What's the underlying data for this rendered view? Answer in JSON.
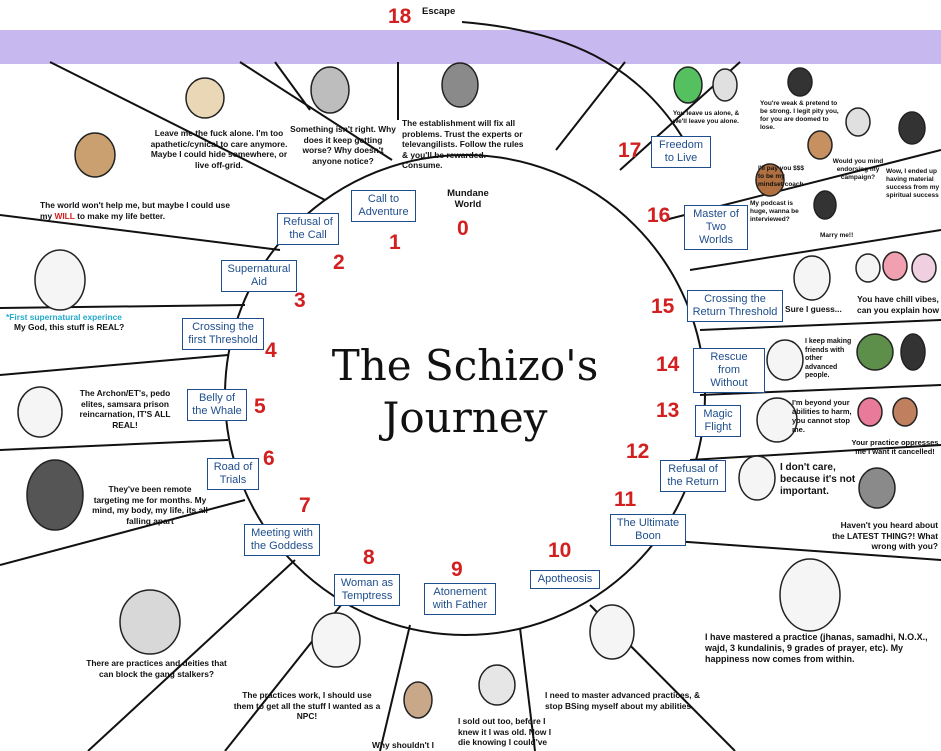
{
  "title": "The Schizo's Journey",
  "escape": {
    "number": "18",
    "label": "Escape"
  },
  "mundane": {
    "number": "0",
    "label": "Mundane World"
  },
  "stages": [
    {
      "number": "1",
      "label": "Call to Adventure"
    },
    {
      "number": "2",
      "label": "Refusal of the Call"
    },
    {
      "number": "3",
      "label": "Supernatural Aid"
    },
    {
      "number": "4",
      "label": "Crossing the first Threshold"
    },
    {
      "number": "5",
      "label": "Belly of the Whale"
    },
    {
      "number": "6",
      "label": "Road of Trials"
    },
    {
      "number": "7",
      "label": "Meeting with the Goddess"
    },
    {
      "number": "8",
      "label": "Woman as Temptress"
    },
    {
      "number": "9",
      "label": "Atonement with Father"
    },
    {
      "number": "10",
      "label": "Apotheosis"
    },
    {
      "number": "11",
      "label": "The Ultimate Boon"
    },
    {
      "number": "12",
      "label": "Refusal of the Return"
    },
    {
      "number": "13",
      "label": "Magic Flight"
    },
    {
      "number": "14",
      "label": "Rescue from Without"
    },
    {
      "number": "15",
      "label": "Crossing the Return Threshold"
    },
    {
      "number": "16",
      "label": "Master of Two Worlds"
    },
    {
      "number": "17",
      "label": "Freedom to Live"
    }
  ],
  "captions": {
    "mundane": "The establishment will fix all problems. Trust the experts or televangilists. Follow the rules & you'll be rewarded. Consume.",
    "call": "Something isn't right. Why does it keep getting worse? Why doesn't anyone notice?",
    "refusal": "Leave me the fuck alone.  I'm too apathetic/cynical to care anymore. Maybe I could hide somewhere, or live off-grid.",
    "aid_pre": "The world won't help me, but maybe I could use my ",
    "aid_will": "WILL",
    "aid_post": " to make my life better.",
    "threshold_cyan": "*First supernatural experince",
    "threshold": "My God, this stuff is REAL?",
    "whale": "The Archon/ET's, pedo elites, samsara prison reincarnation, IT'S ALL REAL!",
    "trials": "They've been remote targeting me for months. My mind, my body, my life, its all falling apart",
    "goddess": "There are practices and deities that can block the gang stalkers?",
    "temptress": "The practices work, I should use them to get all the stuff I wanted as a NPC!",
    "atonement_left": "Why shouldn't I",
    "atonement": "I sold out too, before I knew it I was old. Now I die knowing I could've",
    "apotheosis": "I need to master advanced practices, & stop BSing myself about my abilities.",
    "boon": "I have mastered a practice (jhanas, samadhi, N.O.X., wajd, 3 kundalinis, 9 grades of prayer, etc). My happiness now comes from within.",
    "refusal_return_a": "I don't care, because it's not important.",
    "refusal_return_b": "Haven't you heard about the LATEST THING?! What wrong with you?",
    "magic_a": "I'm beyond your abilities to harm, you cannot stop me.",
    "magic_b": "Your practice oppresses me I want it cancelled!",
    "rescue": "I keep making friends with other advanced people.",
    "return_a": "Sure I guess...",
    "return_b": "You have chill vibes, can you explain how",
    "master_a": "I'll pay you $$$ to be my mindset coach",
    "master_b": "My podcast is huge, wanna be interviewed?",
    "master_c": "Would you mind endorsing my campaign?",
    "master_d": "Marry me!!",
    "freedom_a": "You leave us alone, & we'll leave you alone.",
    "freedom_b": "You're weak & pretend to be strong. I legit pity you, for you are doomed to lose.",
    "freedom_c": "Wow, I ended up having material success from my spiritual success"
  },
  "colors": {
    "band": "#c8b8f0",
    "number": "#d21f1f",
    "label": "#1f4e8c"
  }
}
